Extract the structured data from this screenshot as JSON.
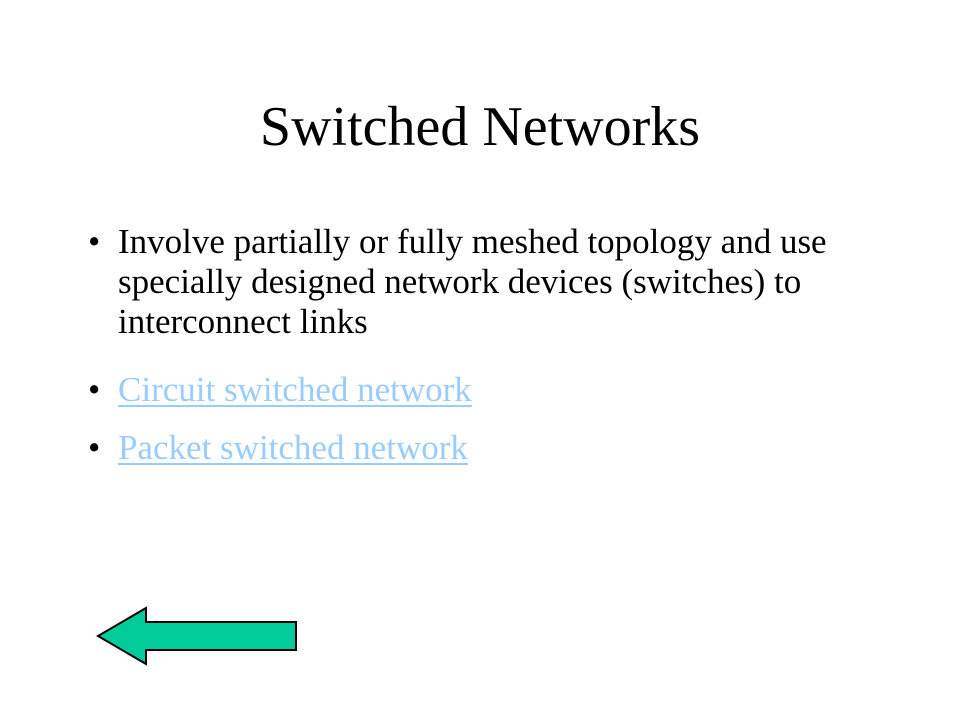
{
  "slide": {
    "title": "Switched Networks",
    "bullets": [
      "Involve partially or fully meshed topology and use specially designed network devices (switches) to interconnect links"
    ],
    "links": [
      "Circuit switched network",
      "Packet switched network"
    ],
    "bullet_glyph": "•",
    "colors": {
      "link": "#99ccff",
      "arrow_fill": "#00cc99",
      "arrow_stroke": "#000000"
    },
    "back_button_icon": "left-arrow-icon"
  }
}
